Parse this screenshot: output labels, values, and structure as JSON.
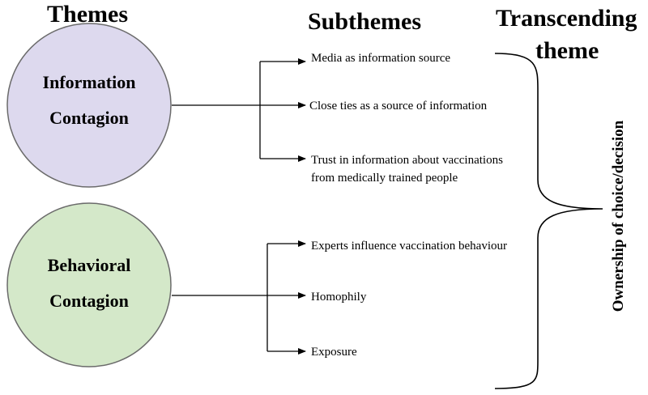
{
  "headers": {
    "themes": "Themes",
    "subthemes": "Subthemes",
    "transcending_line1": "Transcending",
    "transcending_line2": "theme"
  },
  "themes": [
    {
      "label_line1": "Information",
      "label_line2": "Contagion",
      "fill": "#ddd9ee",
      "subthemes": [
        "Media as information source",
        "Close ties as a source of information",
        "Trust in information about vaccinations from medically trained people"
      ]
    },
    {
      "label_line1": "Behavioral",
      "label_line2": "Contagion",
      "fill": "#d4e8c9",
      "subthemes": [
        "Experts influence vaccination behaviour",
        "Homophily",
        "Exposure"
      ]
    }
  ],
  "transcending_theme": "Ownership of choice/decision",
  "colors": {
    "circle_stroke": "#6b6b6b",
    "line": "#000000"
  }
}
